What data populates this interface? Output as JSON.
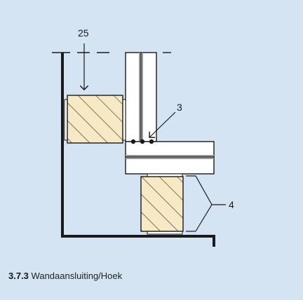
{
  "figure": {
    "callouts": {
      "dim_25": "25",
      "label_3": "3",
      "label_4": "4"
    },
    "caption": {
      "number": "3.7.3",
      "text": "Wandaansluiting/Hoek"
    }
  },
  "colors": {
    "panel_background": "#d4e4f3",
    "timber_fill": "#f6e9c4",
    "plate_fill": "#ffffff",
    "line": "#1a1a1a",
    "plate_core": "#9a9a9a"
  }
}
